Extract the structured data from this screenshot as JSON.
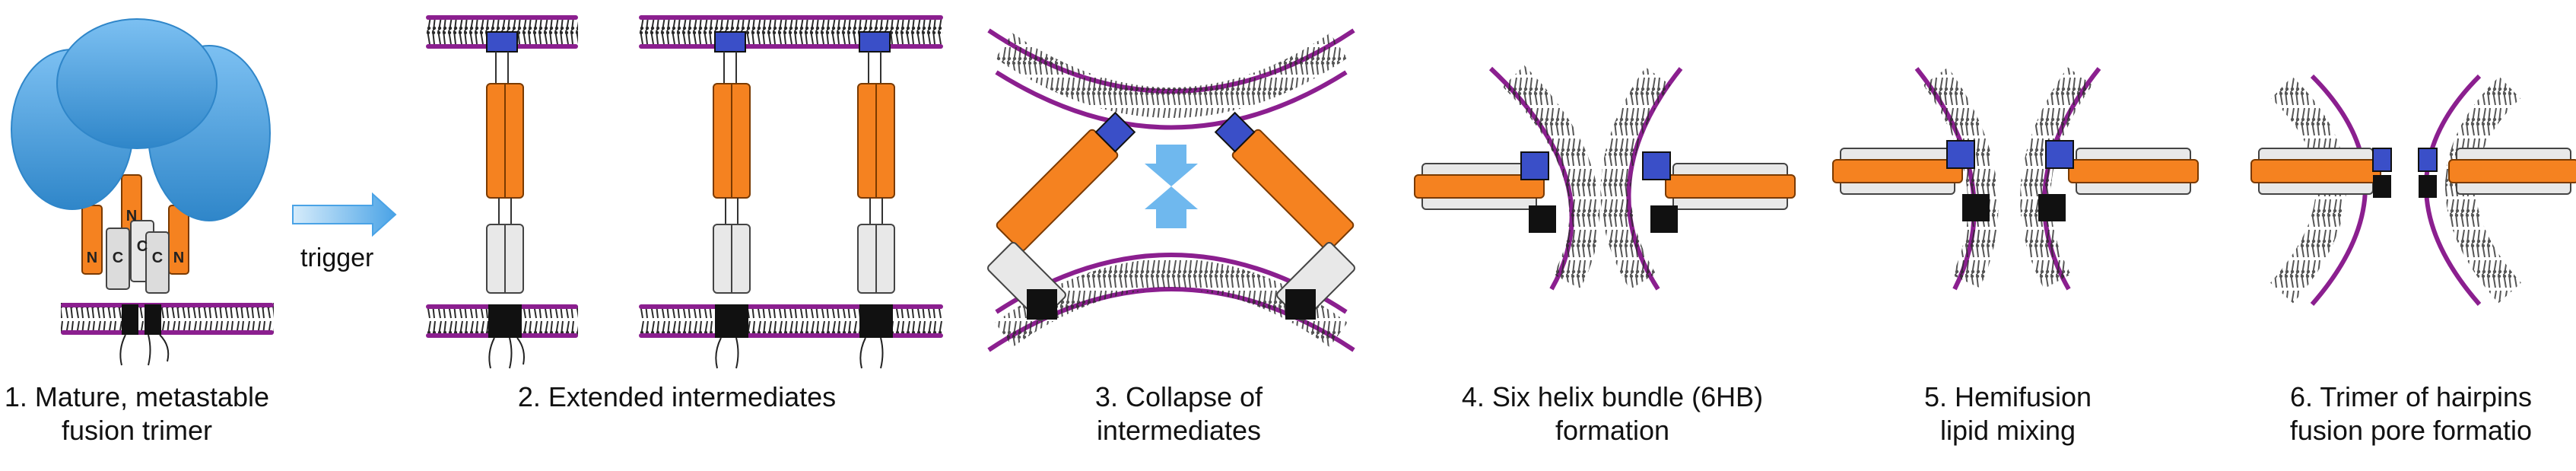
{
  "figure": {
    "arrow_label": "trigger",
    "helix_labels": {
      "n_terminus": "N",
      "c_terminus": "C"
    },
    "colors": {
      "head": "#4aa3e6",
      "head_dark": "#2f86c9",
      "membrane": "#8b1f8f",
      "lipid": "#2a2a2a",
      "helix_orange": "#f58220",
      "helix_outline": "#7a3a00",
      "helix_grey": "#e8e8e8",
      "anchor_blue": "#3a4fc8",
      "tm_black": "#111111",
      "arrow_blue": "#6fb8ee"
    },
    "steps": [
      {
        "line1": "1. Mature, metastable",
        "line2": "fusion trimer"
      },
      {
        "line1": "2. Extended intermediates",
        "line2": ""
      },
      {
        "line1": "3. Collapse of",
        "line2": "intermediates"
      },
      {
        "line1": "4. Six helix bundle (6HB)",
        "line2": "formation"
      },
      {
        "line1": "5. Hemifusion",
        "line2": "lipid mixing"
      },
      {
        "line1": "6. Trimer of hairpins",
        "line2": "fusion pore formatio"
      }
    ]
  }
}
